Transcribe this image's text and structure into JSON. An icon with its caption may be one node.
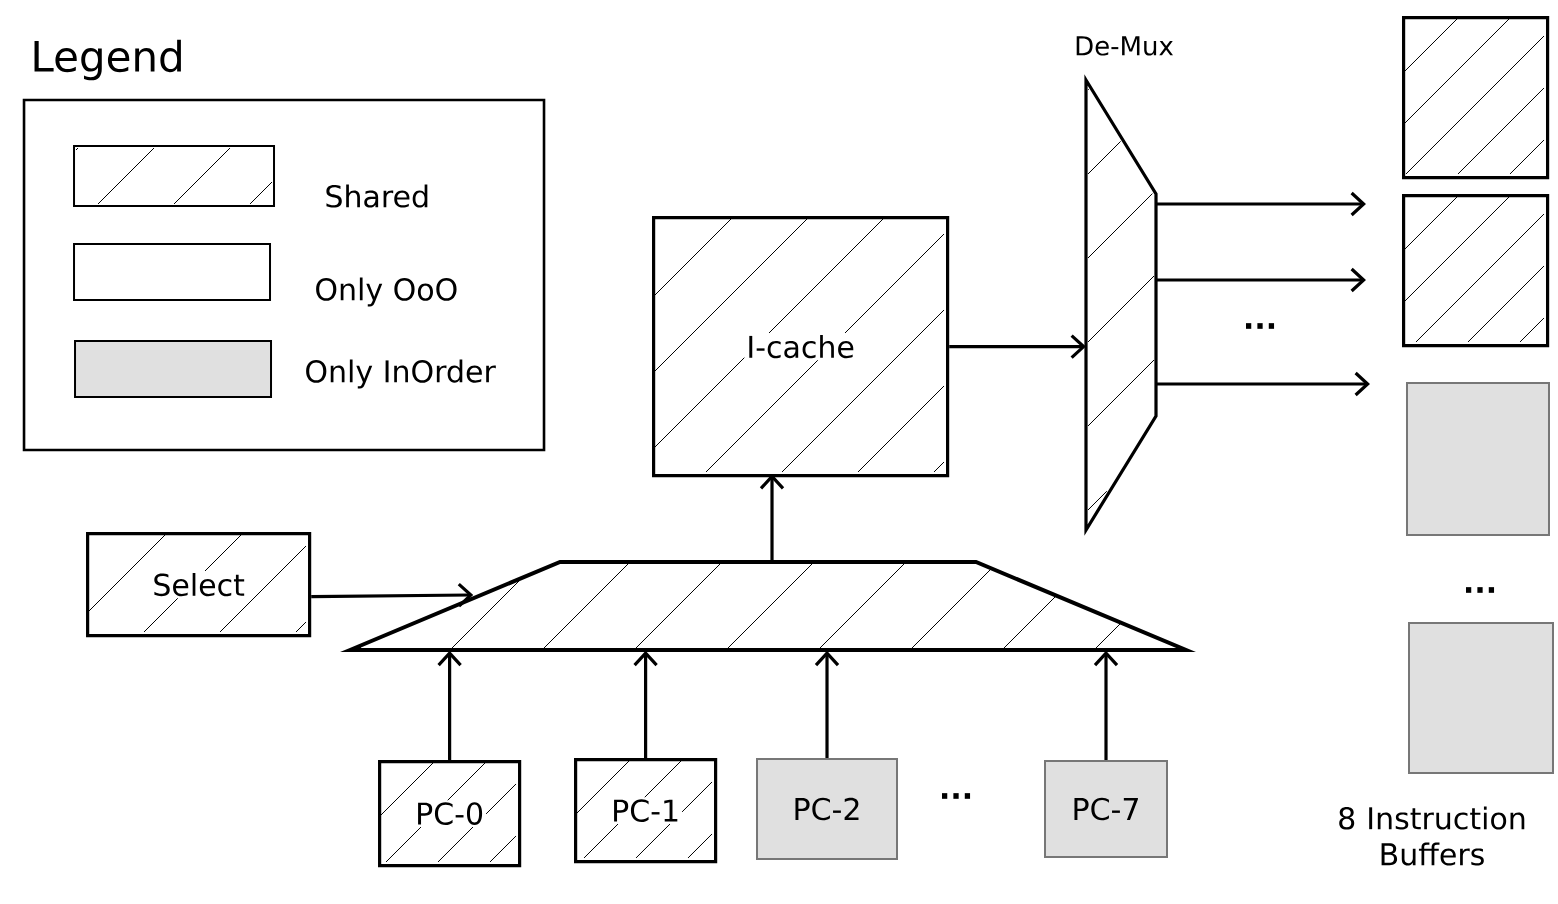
{
  "diagram": {
    "nodes": [
      {
        "text": [
          "I-cache"
        ]
      },
      {
        "text": [
          "De-Mux"
        ]
      },
      {
        "text": [],
        "shape": "trapezoid"
      },
      {
        "text": [
          "Select"
        ]
      },
      {
        "text": [
          "PC-0"
        ]
      },
      {
        "text": [
          "PC-1"
        ]
      },
      {
        "text": [
          "PC-2"
        ]
      },
      {
        "text": [
          "PC-7"
        ]
      },
      {
        "text": [],
        "shape": "box"
      },
      {
        "text": [],
        "shape": "box"
      },
      {
        "text": [],
        "shape": "box"
      },
      {
        "text": [],
        "shape": "box"
      }
    ],
    "edges": [
      {
        "from": 3,
        "to": 2,
        "arrow": "to"
      },
      {
        "from": 4,
        "to": 2,
        "arrow": "to"
      },
      {
        "from": 5,
        "to": 2,
        "arrow": "to"
      },
      {
        "from": 6,
        "to": 2,
        "arrow": "to"
      },
      {
        "from": 7,
        "to": 2,
        "arrow": "to"
      },
      {
        "from": 2,
        "to": 0,
        "arrow": "to"
      },
      {
        "from": 0,
        "to": 1,
        "arrow": "to"
      },
      {
        "from": 1,
        "to": 9,
        "arrow": "to"
      },
      {
        "from": 1,
        "to": 9,
        "arrow": "to"
      },
      {
        "from": 1,
        "to": 10,
        "arrow": "to"
      }
    ],
    "labels": [
      "Legend",
      "...",
      "...",
      "...",
      "8 Instruction Buffers"
    ],
    "legend": [
      {
        "text": "Shared"
      },
      {
        "text": "Only OoO"
      },
      {
        "text": "Only InOrder",
        "color": "#e0e0e0"
      }
    ]
  }
}
